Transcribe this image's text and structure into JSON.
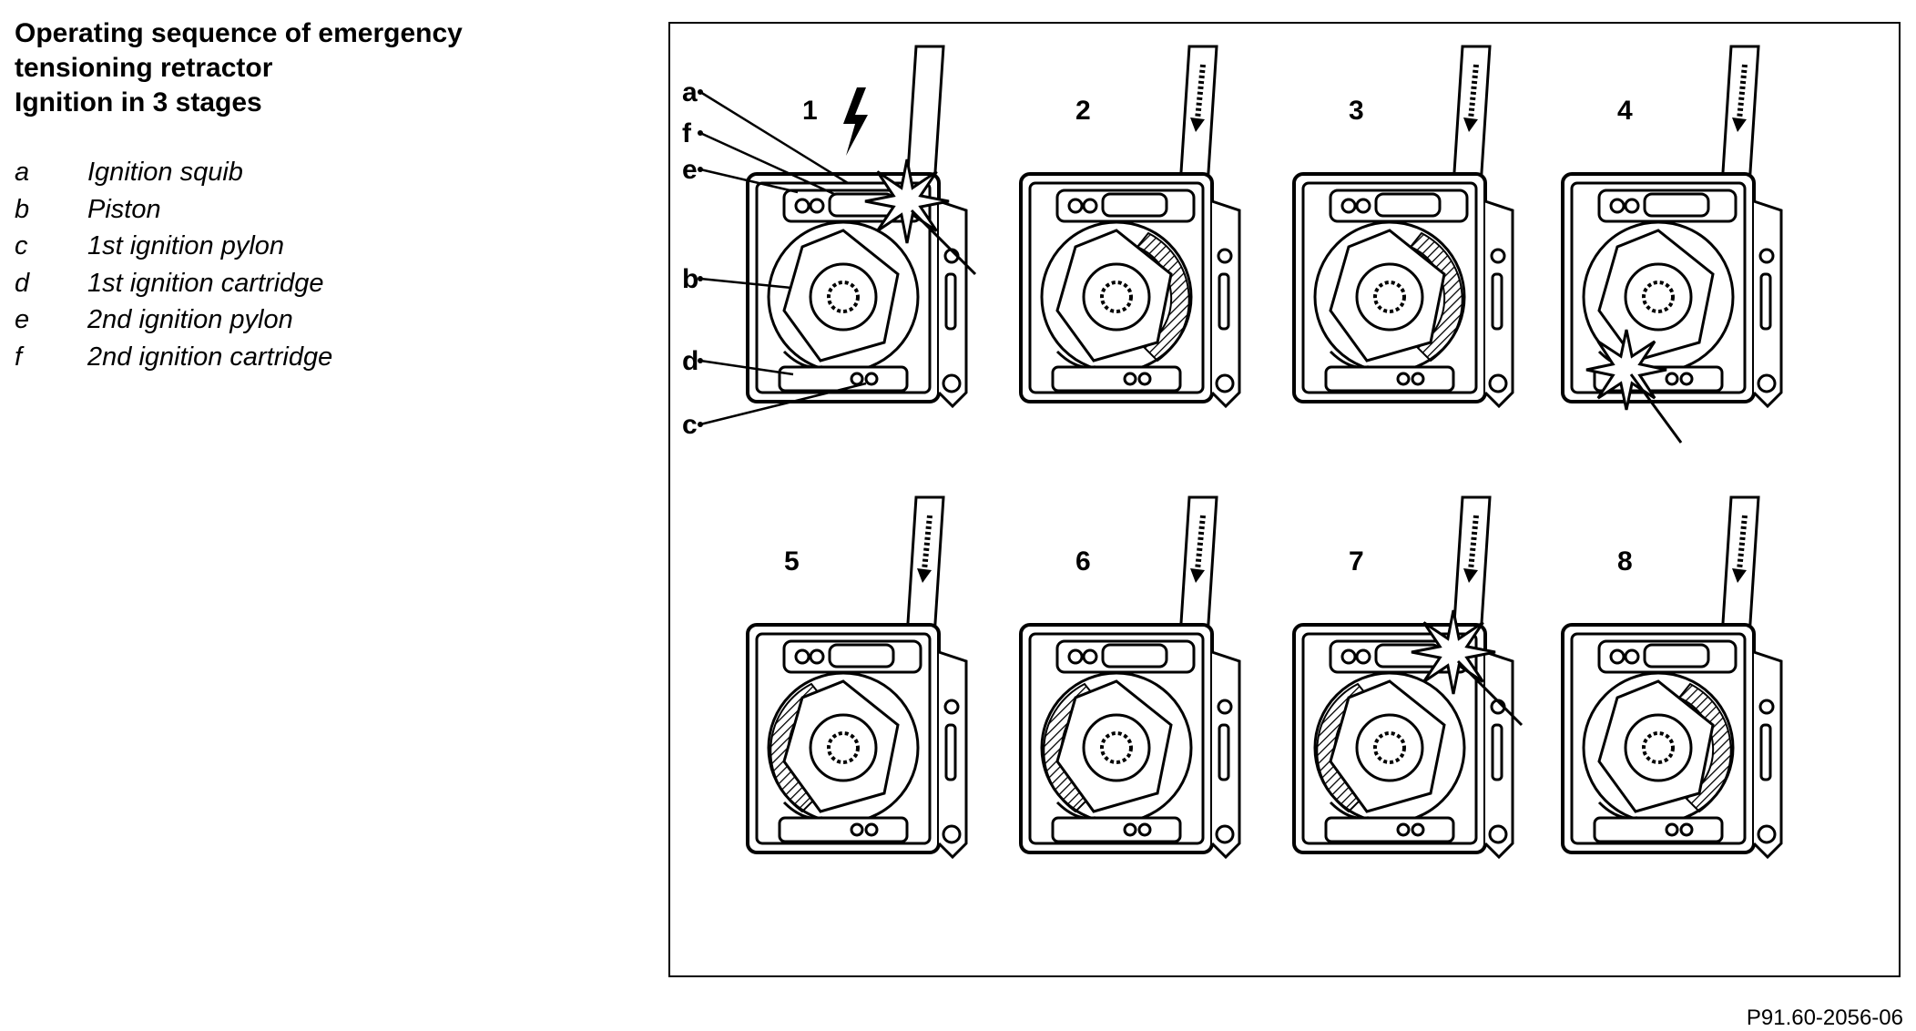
{
  "title": {
    "line1": "Operating sequence of emergency",
    "line2": "tensioning retractor",
    "line3": "Ignition in 3 stages"
  },
  "legend": [
    {
      "key": "a",
      "text": "Ignition squib"
    },
    {
      "key": "b",
      "text": "Piston"
    },
    {
      "key": "c",
      "text": "1st ignition pylon"
    },
    {
      "key": "d",
      "text": "1st ignition cartridge"
    },
    {
      "key": "e",
      "text": "2nd ignition pylon"
    },
    {
      "key": "f",
      "text": "2nd ignition cartridge"
    }
  ],
  "diagram": {
    "stages": [
      {
        "label": "1",
        "explosion": "top",
        "spark": true,
        "hatch": "none",
        "callouts": true
      },
      {
        "label": "2",
        "explosion": "none",
        "spark": false,
        "hatch": "right",
        "callouts": false
      },
      {
        "label": "3",
        "explosion": "none",
        "spark": false,
        "hatch": "right",
        "callouts": false
      },
      {
        "label": "4",
        "explosion": "bottom",
        "spark": false,
        "hatch": "none",
        "callouts": false
      },
      {
        "label": "5",
        "explosion": "none",
        "spark": false,
        "hatch": "left",
        "callouts": false
      },
      {
        "label": "6",
        "explosion": "none",
        "spark": false,
        "hatch": "left",
        "callouts": false
      },
      {
        "label": "7",
        "explosion": "top",
        "spark": false,
        "hatch": "left",
        "callouts": false
      },
      {
        "label": "8",
        "explosion": "none",
        "spark": false,
        "hatch": "right",
        "callouts": false
      }
    ],
    "callout_letters": [
      "a",
      "f",
      "e",
      "b",
      "d",
      "c"
    ]
  },
  "reference": "P91.60-2056-06"
}
